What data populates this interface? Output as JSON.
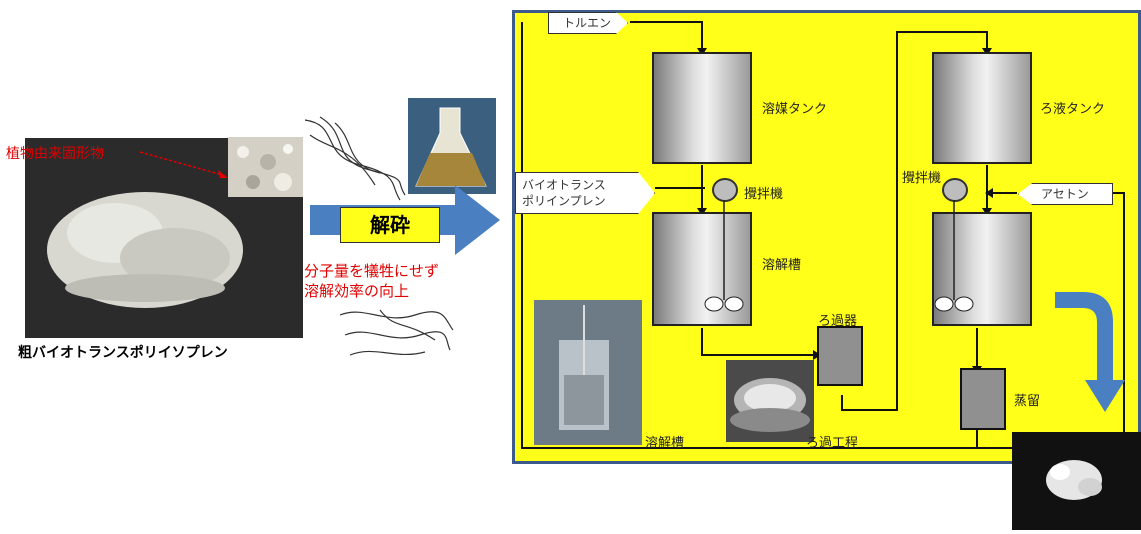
{
  "left": {
    "plant_solid_label": "植物由来固形物",
    "crude_label": "粗バイオトランスポリイソプレン"
  },
  "middle": {
    "crush_label": "解砕",
    "benefit_line1": "分子量を犠牲にせず",
    "benefit_line2": "溶解効率の向上"
  },
  "panel": {
    "toluene": "トルエン",
    "solvent_tank": "溶媒タンク",
    "filtrate_tank": "ろ液タンク",
    "stirrer_left": "攪拌機",
    "stirrer_right": "攪拌機",
    "bio_trans_line1": "バイオトランス",
    "bio_trans_line2": "ポリインプレン",
    "acetone": "アセトン",
    "dissolution_tank": "溶解槽",
    "filter": "ろ過器",
    "distillation": "蒸留",
    "photo_dissolution": "溶解槽",
    "photo_filtration": "ろ過工程"
  },
  "colors": {
    "panel_bg": "#ffff1a",
    "panel_border": "#3c5a8c",
    "arrow_blue": "#4a7fc1",
    "accent_red": "#e00000"
  }
}
